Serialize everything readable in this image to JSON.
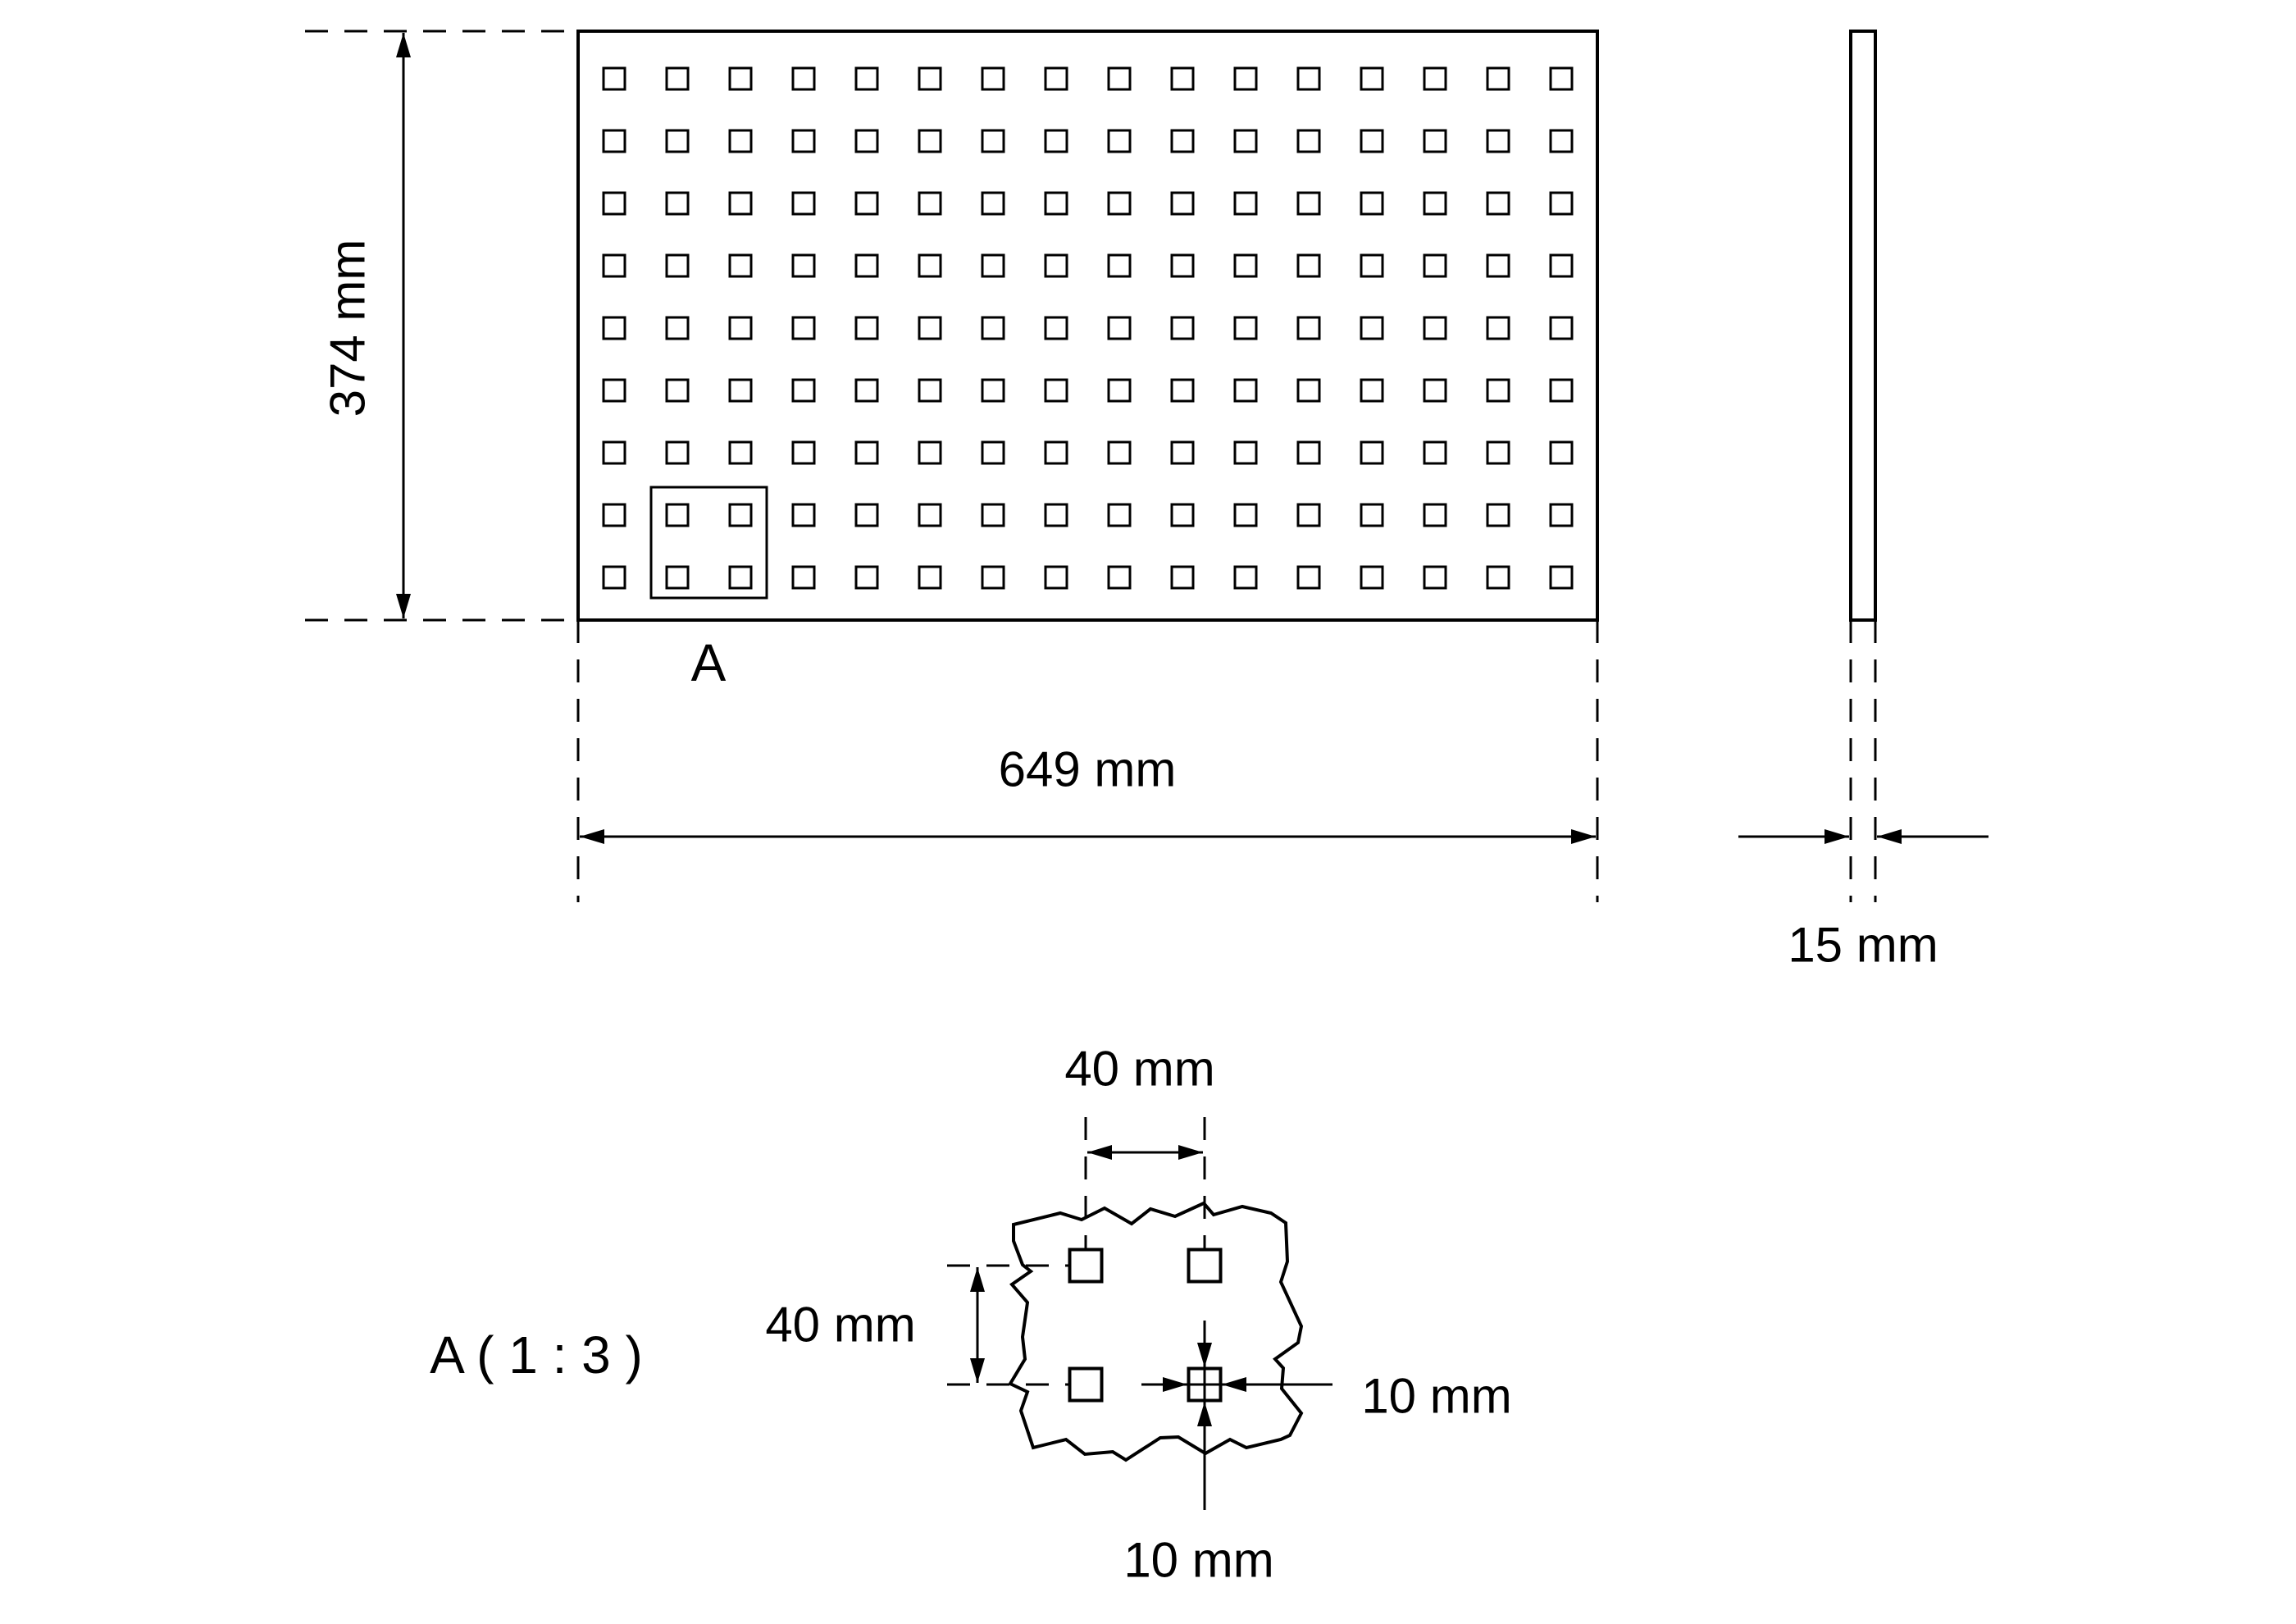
{
  "colors": {
    "ink": "#000000",
    "paper": "#ffffff"
  },
  "front_view": {
    "height_label": "374 mm",
    "width_label": "649 mm",
    "detail_callout_label": "A",
    "grid": {
      "cols": 16,
      "rows": 9
    }
  },
  "side_view": {
    "thickness_label": "15 mm"
  },
  "detail_view": {
    "title": "A ( 1 : 3 )",
    "horizontal_spacing_label": "40 mm",
    "vertical_spacing_label": "40 mm",
    "hole_width_label": "10 mm",
    "hole_height_label": "10 mm"
  }
}
